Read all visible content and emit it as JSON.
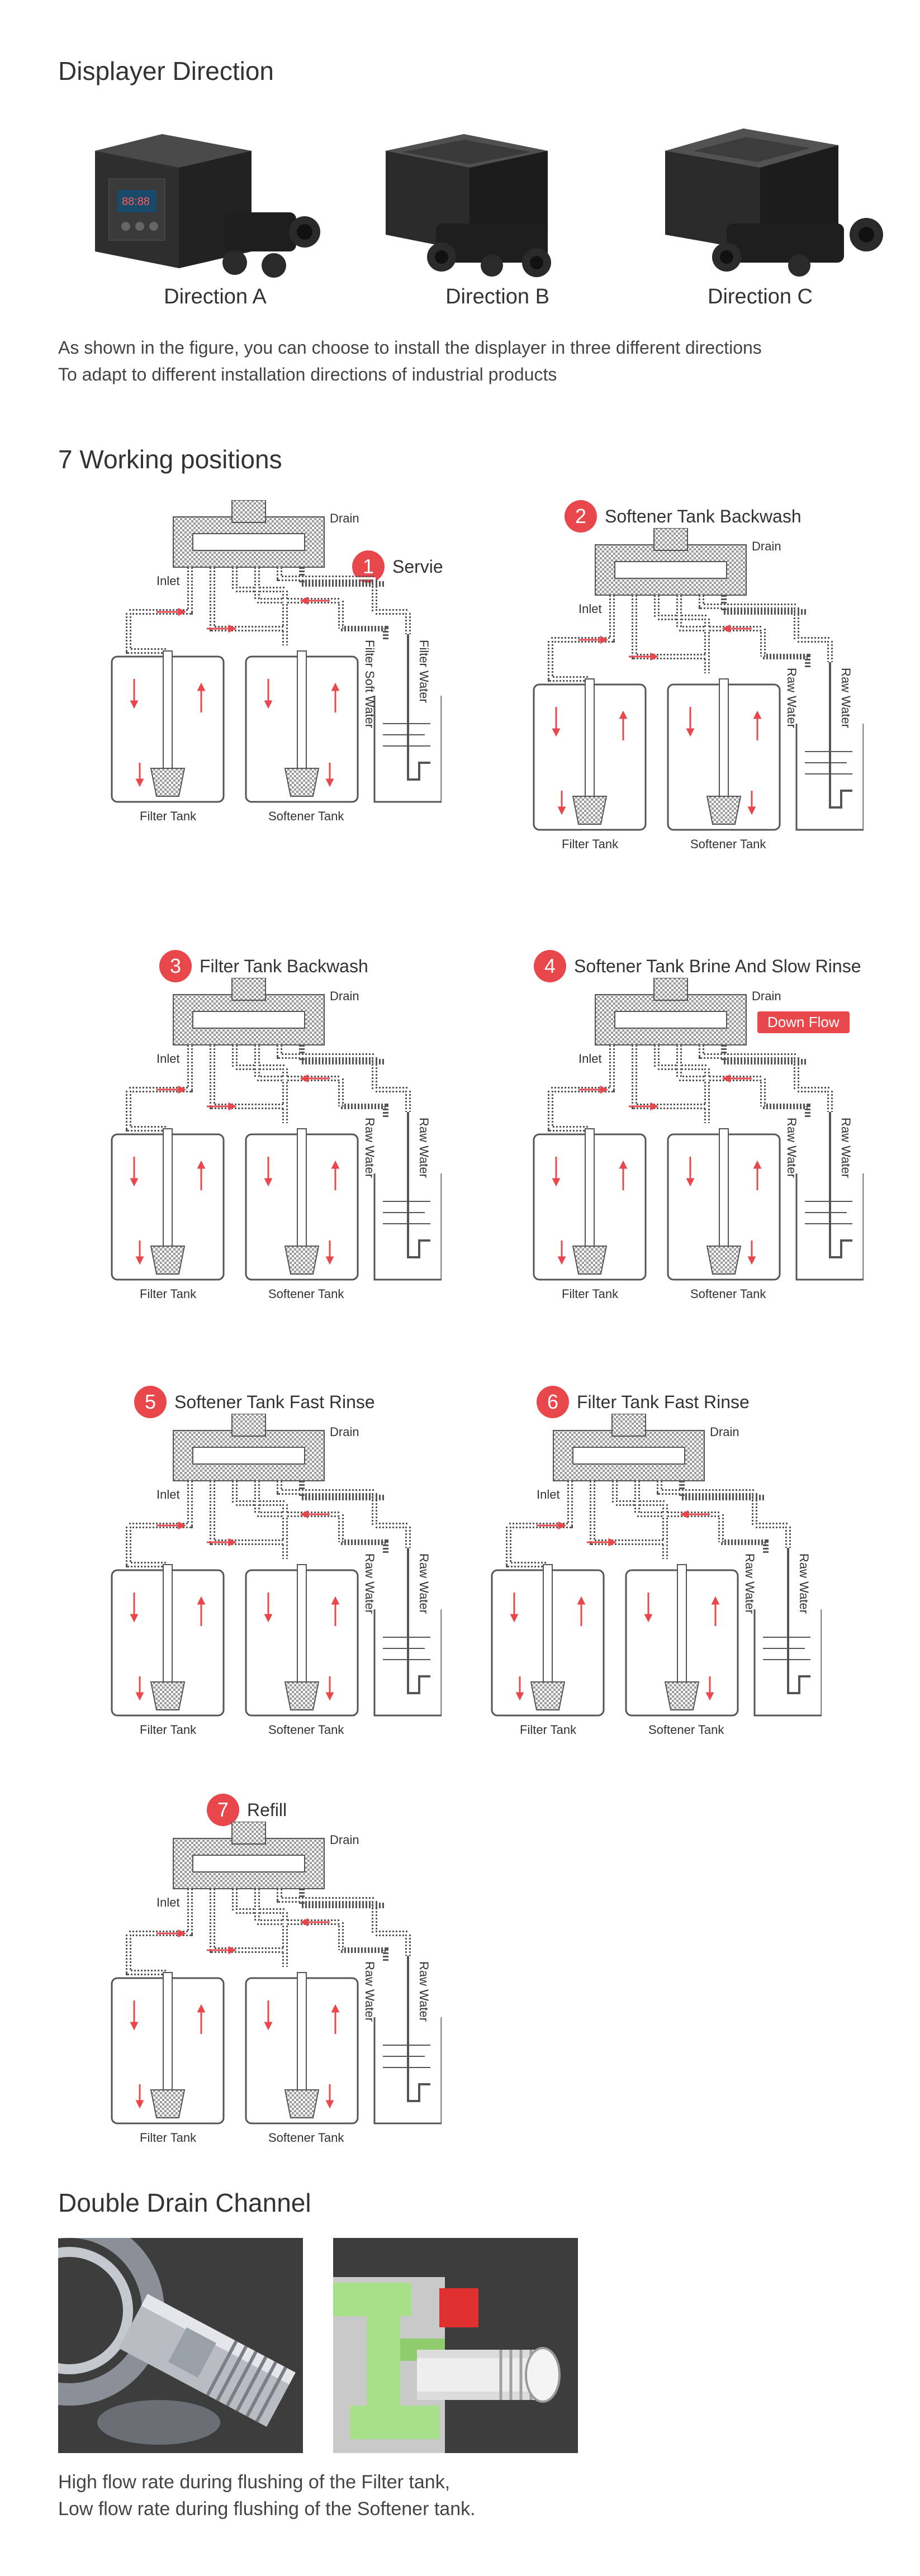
{
  "displayer": {
    "title": "Displayer Direction",
    "directions": [
      "Direction A",
      "Direction B",
      "Direction C"
    ],
    "description": [
      "As shown in the figure, you can choose to install the displayer in three different directions",
      "To adapt to different installation directions of industrial products"
    ]
  },
  "working": {
    "title": "7 Working positions",
    "positions": [
      {
        "num": "1",
        "label": "Servie",
        "labels": {
          "drain": "Drain",
          "inlet": "Inlet",
          "filter_tank": "Filter Tank",
          "softener_tank": "Softener Tank",
          "line_a": "Filter Soft Water",
          "line_b": "Filter Water"
        }
      },
      {
        "num": "2",
        "label": "Softener Tank Backwash",
        "labels": {
          "drain": "Drain",
          "inlet": "Inlet",
          "filter_tank": "Filter Tank",
          "softener_tank": "Softener Tank",
          "line_a": "Raw Water",
          "line_b": "Raw Water"
        }
      },
      {
        "num": "3",
        "label": "Filter Tank Backwash",
        "labels": {
          "drain": "Drain",
          "inlet": "Inlet",
          "filter_tank": "Filter Tank",
          "softener_tank": "Softener Tank",
          "line_a": "Raw Water",
          "line_b": "Raw Water"
        }
      },
      {
        "num": "4",
        "label": "Softener Tank Brine And Slow Rinse",
        "labels": {
          "drain": "Drain",
          "inlet": "Inlet",
          "filter_tank": "Filter Tank",
          "softener_tank": "Softener Tank",
          "line_a": "Raw Water",
          "line_b": "Raw Water"
        },
        "tag": "Down Flow"
      },
      {
        "num": "5",
        "label": "Softener Tank Fast Rinse",
        "labels": {
          "drain": "Drain",
          "inlet": "Inlet",
          "filter_tank": "Filter Tank",
          "softener_tank": "Softener Tank",
          "line_a": "Raw Water",
          "line_b": "Raw Water"
        }
      },
      {
        "num": "6",
        "label": "Filter Tank Fast Rinse",
        "labels": {
          "drain": "Drain",
          "inlet": "Inlet",
          "filter_tank": "Filter Tank",
          "softener_tank": "Softener Tank",
          "line_a": "Raw Water",
          "line_b": "Raw Water"
        }
      },
      {
        "num": "7",
        "label": "Refill",
        "labels": {
          "drain": "Drain",
          "inlet": "Inlet",
          "filter_tank": "Filter Tank",
          "softener_tank": "Softener Tank",
          "line_a": "Raw Water",
          "line_b": "Raw Water"
        }
      }
    ]
  },
  "drain": {
    "title": "Double Drain Channel",
    "description": [
      "High flow rate during flushing of the Filter tank,",
      "Low flow rate during flushing of the Softener tank."
    ]
  },
  "colors": {
    "accent": "#e8474c",
    "dark_render": "#3c3c3c",
    "cad_green": "#a8e08a",
    "cad_red": "#e03030"
  }
}
